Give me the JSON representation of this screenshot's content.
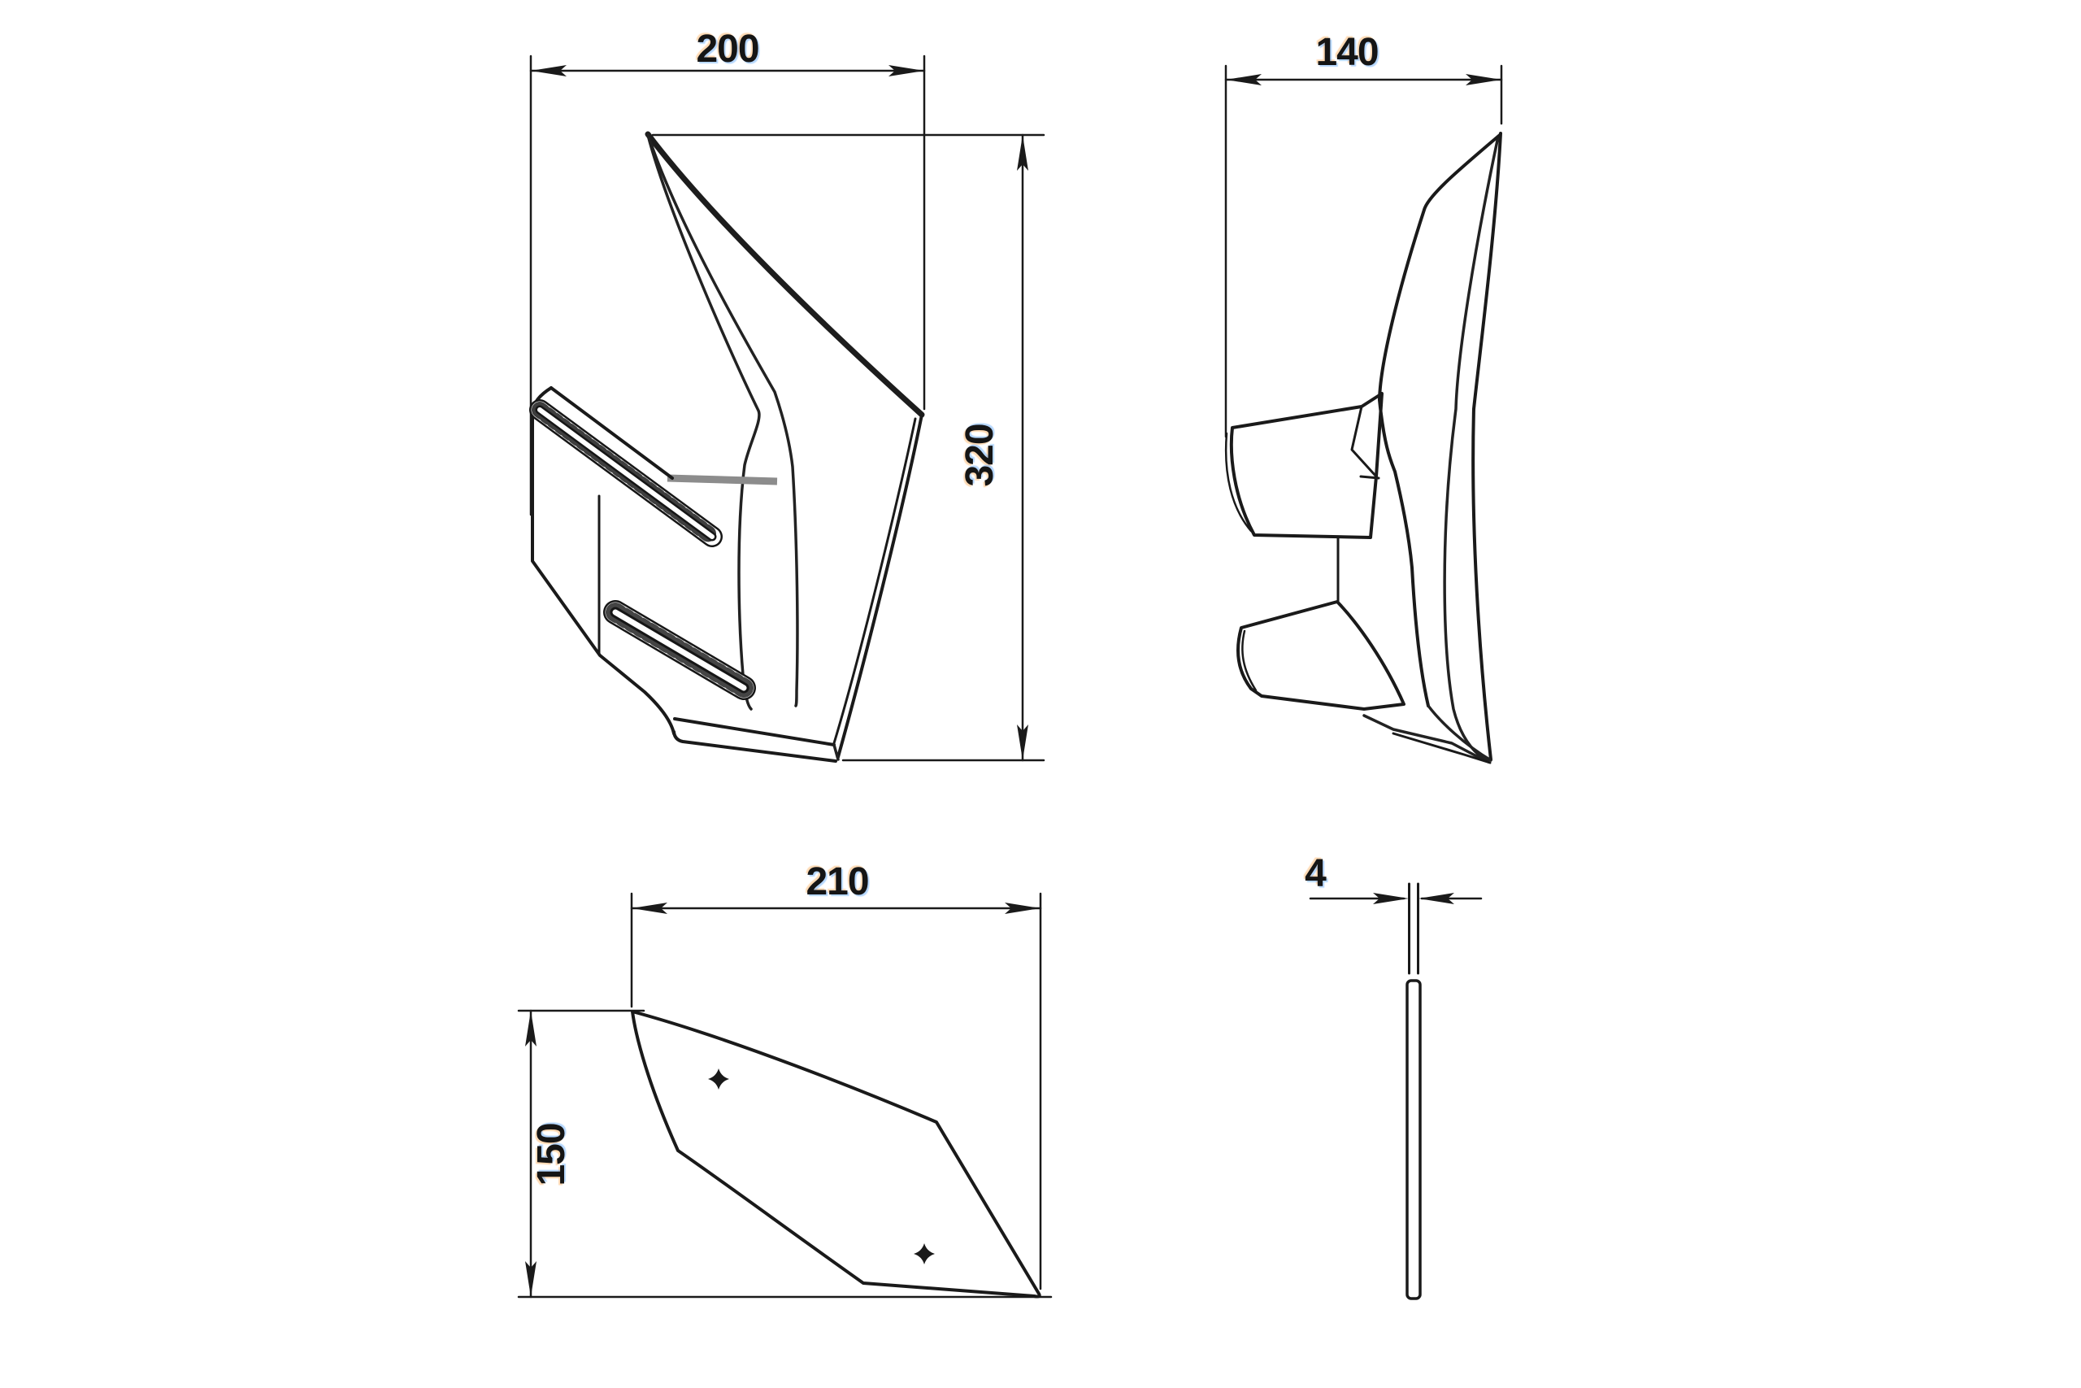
{
  "sheet": {
    "background": "#ffffff",
    "stroke_color": "#1a1a1a",
    "fold_line_gray": "#8c8c8c"
  },
  "dimensions": {
    "front_width": "200",
    "front_height": "320",
    "side_depth": "140",
    "plan_width": "210",
    "plan_height": "150",
    "plate_thickness": "4"
  }
}
